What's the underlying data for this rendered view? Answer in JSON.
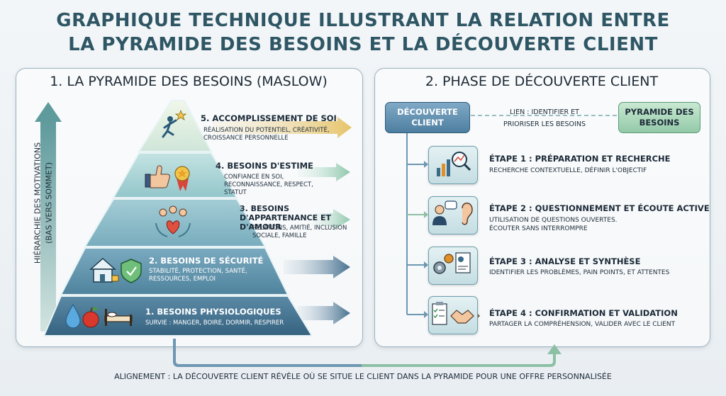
{
  "title": {
    "line1": "Graphique technique illustrant la relation entre",
    "line2": "la pyramide des besoins et la découverte client"
  },
  "left_panel": {
    "title": "1. La pyramide des besoins (Maslow)",
    "axis_label": "Hiérarchie des motivations",
    "axis_sublabel": "(bas vers sommet)",
    "levels": [
      {
        "title": "1. Besoins physiologiques",
        "desc": "Survie : manger, boire, dormir, respirer",
        "icons": [
          "water-drop-icon",
          "apple-icon",
          "bed-icon"
        ]
      },
      {
        "title": "2. Besoins de sécurité",
        "desc": "Stabilité, protection, santé, ressources, emploi",
        "icons": [
          "house-icon",
          "shield-icon"
        ]
      },
      {
        "title": "3. Besoins d'appartenance et d'amour",
        "desc": "Relations, amitié, inclusion sociale, famille",
        "icons": [
          "people-heart-icon"
        ]
      },
      {
        "title": "4. Besoins d'estime",
        "desc": "Confiance en soi, reconnaissance, respect, statut",
        "icons": [
          "thumbs-up-icon",
          "medal-icon"
        ]
      },
      {
        "title": "5. Accomplissement de soi",
        "desc": "Réalisation du potentiel, créativité, croissance personnelle",
        "icons": [
          "star-climber-icon"
        ]
      }
    ]
  },
  "right_panel": {
    "title": "2. Phase de découverte client",
    "left_box": "Découverte client",
    "right_box": "Pyramide des besoins",
    "link_text": "Lien : identifier et prioriser les besoins",
    "steps": [
      {
        "title": "Étape 1 : Préparation et recherche",
        "desc": "Recherche contextuelle, définir l'objectif",
        "icon": "magnifier-chart-icon"
      },
      {
        "title": "Étape 2 : Questionnement et écoute active",
        "desc": "Utilisation de questions ouvertes. Écouter sans interrompre",
        "icon": "speaker-ear-icon"
      },
      {
        "title": "Étape 3 : Analyse et synthèse",
        "desc": "Identifier les problèmes, pain points, et attentes",
        "icon": "gears-report-icon"
      },
      {
        "title": "Étape 4 : Confirmation et validation",
        "desc": "Partager la compréhension, valider avec le client",
        "icon": "checklist-handshake-icon"
      }
    ]
  },
  "footer": {
    "alignment_text": "Alignement : la découverte client révèle où se situe le client dans la pyramide pour une offre personnalisée"
  },
  "colors": {
    "title": "#2e5664",
    "level1": "#3f6f8c",
    "level2": "#5a8ea6",
    "level3": "#7fb0bf",
    "level4": "#a6d0d2",
    "level5": "#d7eadd",
    "arrow_gold": "#e8c86e",
    "arrow_green": "#9fd0b4",
    "arrow_blue": "#3f6f8c",
    "box_blue": "#5c8fb0",
    "box_green": "#a9d6b8"
  }
}
